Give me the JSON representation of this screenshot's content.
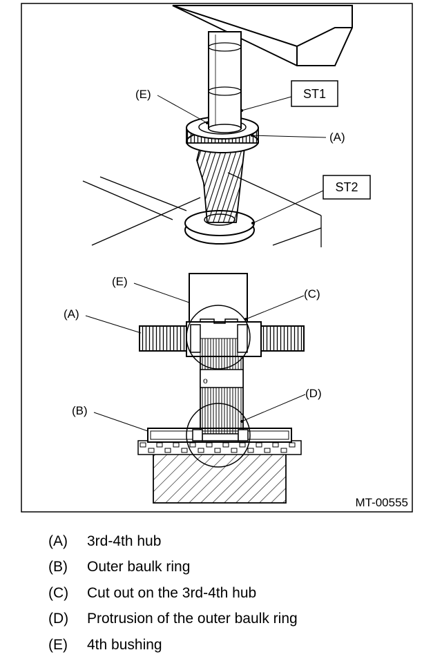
{
  "figure": {
    "id_label": "MT-00555",
    "tools": [
      "ST1",
      "ST2"
    ],
    "callouts": {
      "top": [
        "(E)",
        "(A)"
      ],
      "bottom": [
        "(E)",
        "(C)",
        "(A)",
        "(D)",
        "(B)"
      ]
    },
    "shaft_mark": "o"
  },
  "legend": [
    {
      "key": "(A)",
      "text": "3rd-4th hub"
    },
    {
      "key": "(B)",
      "text": "Outer baulk ring"
    },
    {
      "key": "(C)",
      "text": "Cut out on the 3rd-4th hub"
    },
    {
      "key": "(D)",
      "text": "Protrusion of the outer baulk ring"
    },
    {
      "key": "(E)",
      "text": "4th bushing"
    }
  ]
}
